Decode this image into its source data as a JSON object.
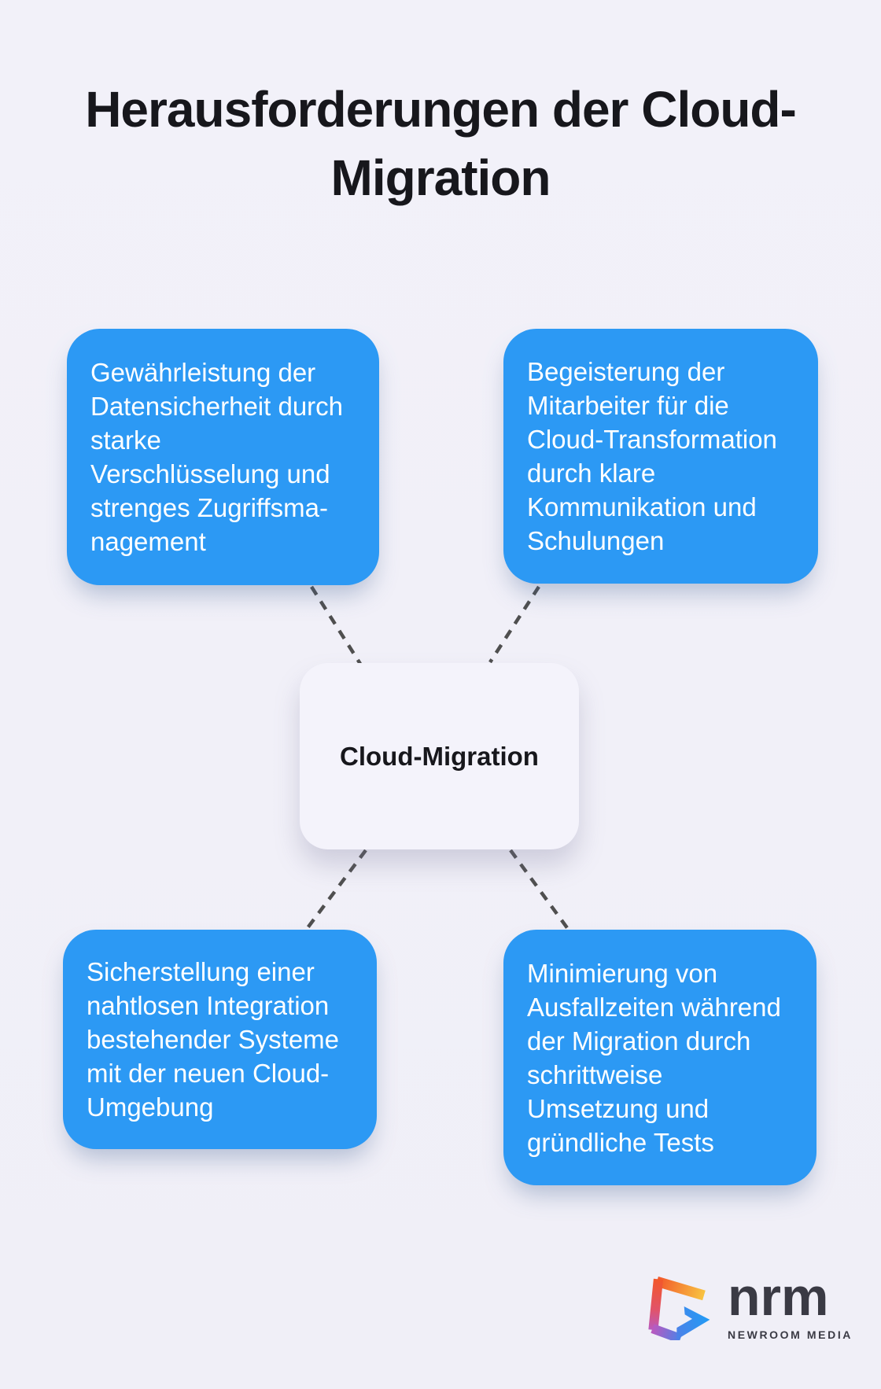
{
  "title": {
    "line1": "Herausforderungen der Cloud-",
    "line2": "Migration"
  },
  "center_node": {
    "label": "Cloud-Migration"
  },
  "challenge_nodes": [
    {
      "position": "top-left",
      "text": "Gewährleistung der\nDatensicherheit durch\nstarke\nVerschlüsselung und\nstrenges Zugriffsma-\nnagement"
    },
    {
      "position": "top-right",
      "text": "Begeisterung der\nMitarbeiter für die\nCloud-Transformation\ndurch klare\nKommunikation und\nSchulungen"
    },
    {
      "position": "bottom-left",
      "text": "Sicherstellung einer\nnahtlosen Integration\nbestehender Systeme\nmit der neuen Cloud-\nUmgebung"
    },
    {
      "position": "bottom-right",
      "text": "Minimierung von\nAusfallzeiten während\nder Migration durch\nschrittweise\nUmsetzung und\ngründliche Tests"
    }
  ],
  "logo": {
    "icon": "nrm-logo-mark",
    "brand": "nrm",
    "tagline": "NEWROOM MEDIA"
  },
  "colors": {
    "background": "#f1f0f8",
    "node_blue": "#2c99f4",
    "node_text": "#ffffff",
    "center_node_bg": "#f4f3fb",
    "title_text": "#17171c",
    "connector": "#4f4f4f",
    "logo_text": "#3a3a44"
  }
}
